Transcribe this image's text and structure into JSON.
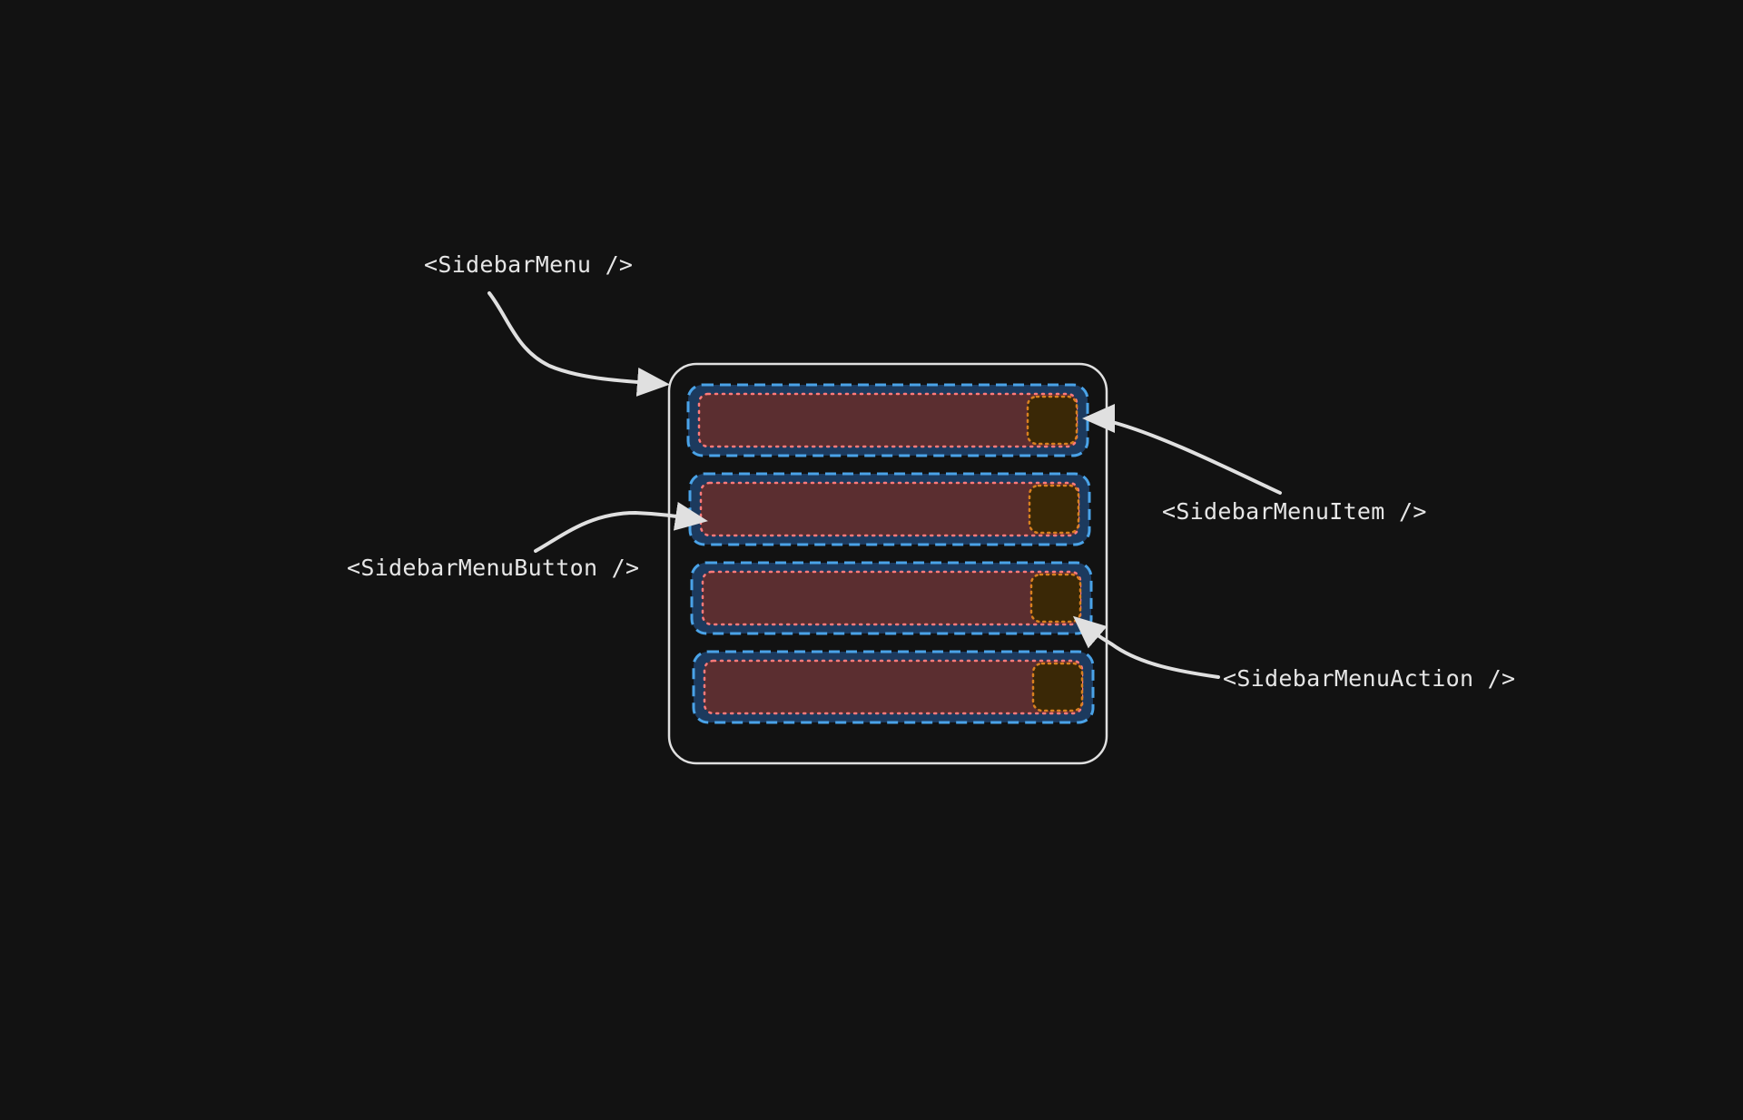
{
  "labels": {
    "sidebar_menu": "<SidebarMenu />",
    "sidebar_menu_item": "<SidebarMenuItem />",
    "sidebar_menu_button": "<SidebarMenuButton />",
    "sidebar_menu_action": "<SidebarMenuAction />"
  },
  "menu_item_count": 4,
  "colors": {
    "background": "#121212",
    "stroke": "#e0e0e0",
    "item_fill": "#1c3a5e",
    "item_border": "#4aa3e8",
    "button_fill": "#5b2e30",
    "button_border": "#ff7a7a",
    "action_fill": "#3a2806",
    "action_border": "#d9801f"
  }
}
